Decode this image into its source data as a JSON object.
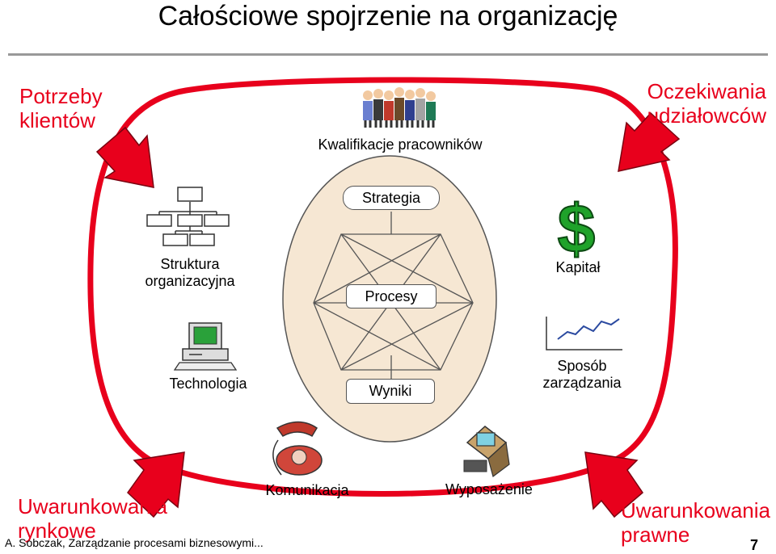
{
  "title": "Całościowe spojrzenie na organizację",
  "corners": {
    "top_left": [
      "Potrzeby",
      "klientów"
    ],
    "top_right": [
      "Oczekiwania",
      "udziałowców"
    ],
    "bottom_left": [
      "Uwarunkowania",
      "rynkowe"
    ],
    "bottom_right": [
      "Uwarunkowania",
      "prawne"
    ]
  },
  "center": {
    "strategy": "Strategia",
    "processes": "Procesy",
    "results": "Wyniki"
  },
  "labels": {
    "qualifications": "Kwalifikacje pracowników",
    "structure": [
      "Struktura",
      "organizacyjna"
    ],
    "capital": "Kapitał",
    "technology": "Technologia",
    "management": [
      "Sposób",
      "zarządzania"
    ],
    "communication": "Komunikacja",
    "equipment": "Wyposażenie"
  },
  "footer": {
    "author": "A. Sobczak, Zarządzanie procesami biznesowymi...",
    "page": "7"
  },
  "colors": {
    "accent_red": "#e8001c",
    "ellipse_fill": "#f6e7d3",
    "ring": "#e8001c",
    "dollar_green": "#1fa22a"
  }
}
